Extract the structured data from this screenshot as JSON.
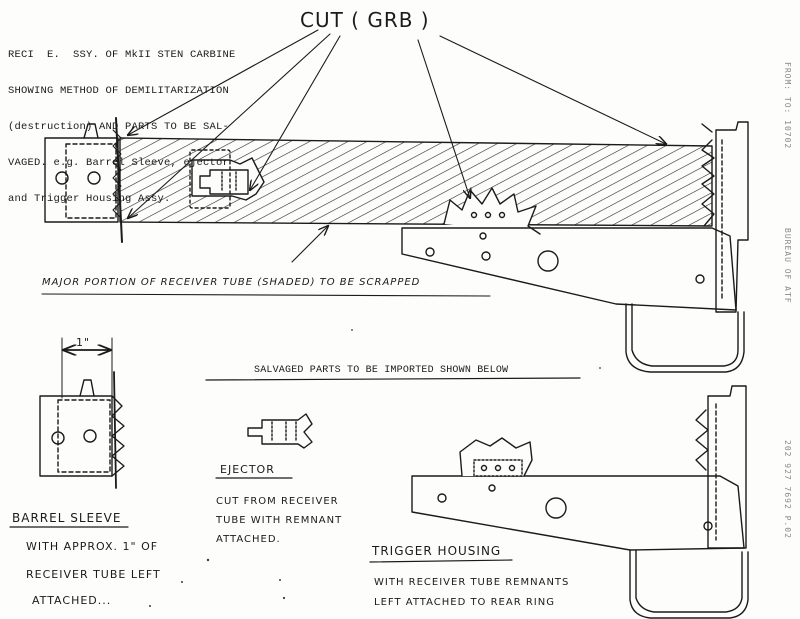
{
  "header_note": {
    "lines": [
      "RECI  E.  SSY. OF MkII STEN CARBINE",
      "SHOWING METHOD OF DEMILITARIZATION",
      "(destruction) AND PARTS TO BE SAL-",
      "VAGED. e.g. Barrel Sleeve, ejector",
      "and Trigger Housing Assy."
    ]
  },
  "cut_label": "CUT ( GRB )",
  "major_portion_label": "MAJOR PORTION OF RECEIVER TUBE (SHADED) TO BE SCRAPPED",
  "salvaged_heading": "SALVAGED PARTS TO BE IMPORTED SHOWN BELOW",
  "dimension_label": "1\"",
  "barrel_sleeve": {
    "title": "BARREL SLEEVE",
    "desc": [
      "WITH APPROX. 1\" OF",
      "RECEIVER TUBE LEFT",
      "ATTACHED..."
    ]
  },
  "ejector": {
    "title": "EJECTOR",
    "desc": [
      "CUT FROM RECEIVER",
      "TUBE WITH REMNANT",
      "ATTACHED."
    ]
  },
  "trigger_housing": {
    "title": "TRIGGER HOUSING",
    "desc": [
      "WITH RECEIVER TUBE REMNANTS",
      "LEFT ATTACHED TO REAR RING"
    ]
  },
  "fax_margin": {
    "top": "FROM:   TO:  10702",
    "middle": "BUREAU OF ATF",
    "bottom": "202 927 7692   P.02"
  },
  "colors": {
    "ink": "#1b1b1b",
    "paper": "#fdfdfb",
    "fax_gray": "#8a8a8a"
  }
}
